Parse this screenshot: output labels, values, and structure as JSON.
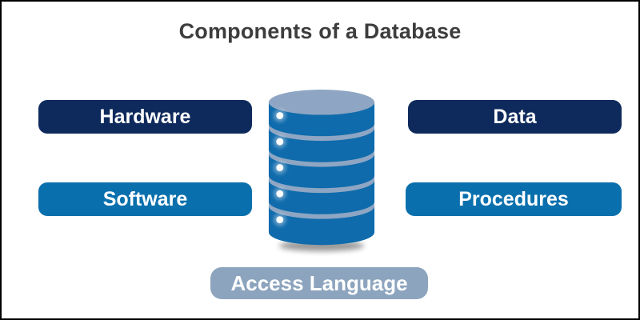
{
  "title": "Components of a Database",
  "colors": {
    "canvas-bg": "#ffffff",
    "border": "#000000",
    "title-text": "#3d3d3d",
    "navy": "#0e2a5c",
    "blue": "#0a70ad",
    "slate": "#8ca4be",
    "label-text": "#ffffff",
    "db-body": "#0f6bac",
    "db-band": "#8ea6c3"
  },
  "components": [
    {
      "label": "Hardware"
    },
    {
      "label": "Data"
    },
    {
      "label": "Software"
    },
    {
      "label": "Procedures"
    },
    {
      "label": "Access Language"
    }
  ],
  "icon": {
    "name": "database-cylinder",
    "segments": 5
  }
}
